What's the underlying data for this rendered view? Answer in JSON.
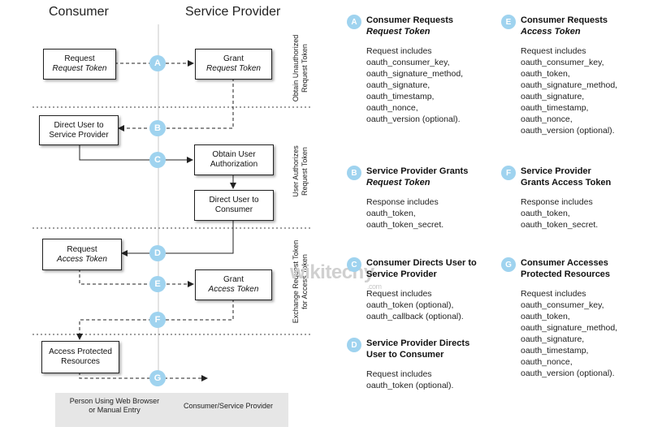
{
  "columns": {
    "consumer": "Consumer",
    "provider": "Service Provider"
  },
  "phases": [
    {
      "line1": "Obtain Unauthorized",
      "line2": "Request Token"
    },
    {
      "line1": "User Authorizes",
      "line2": "Request Token"
    },
    {
      "line1": "Exchange Request Token",
      "line2": "for Access Token"
    }
  ],
  "boxes": {
    "consumer_request": {
      "line1": "Request",
      "line2": "Request Token"
    },
    "grant_request": {
      "line1": "Grant",
      "line2": "Request Token"
    },
    "direct_user": {
      "line1": "Direct User to",
      "line2": "Service Provider"
    },
    "obtain_auth": {
      "line1": "Obtain User",
      "line2": "Authorization"
    },
    "direct_consumer": {
      "line1": "Direct User to",
      "line2": "Consumer"
    },
    "request_access": {
      "line1": "Request",
      "line2": "Access Token"
    },
    "grant_access": {
      "line1": "Grant",
      "line2": "Access Token"
    },
    "access_protected": {
      "line1": "Access Protected",
      "line2": "Resources"
    }
  },
  "steps": [
    "A",
    "B",
    "C",
    "D",
    "E",
    "F",
    "G"
  ],
  "legend": {
    "browser_line1": "Person Using Web Browser",
    "browser_line2": "or Manual Entry",
    "consumer_provider": "Consumer/Service Provider"
  },
  "watermark": {
    "text": "wikitechy",
    "domain": ".com"
  },
  "annotations": [
    {
      "letter": "A",
      "title1": "Consumer Requests",
      "title2": "Request Token",
      "body": [
        "Request includes",
        "oauth_consumer_key,",
        "oauth_signature_method,",
        "oauth_signature,",
        "oauth_timestamp,",
        "oauth_nonce,",
        "oauth_version (optional)."
      ]
    },
    {
      "letter": "B",
      "title1": "Service Provider Grants",
      "title2": "Request Token",
      "body": [
        "Response includes",
        "oauth_token,",
        "oauth_token_secret."
      ]
    },
    {
      "letter": "C",
      "title1": "Consumer Directs User to",
      "title2": "Service Provider",
      "body": [
        "Request includes",
        "oauth_token (optional),",
        "oauth_callback (optional)."
      ]
    },
    {
      "letter": "D",
      "title1": "Service Provider Directs",
      "title2": "User to Consumer",
      "body": [
        "Request includes",
        "oauth_token (optional)."
      ]
    },
    {
      "letter": "E",
      "title1": "Consumer Requests",
      "title2": "Access Token",
      "body": [
        "Request includes",
        "oauth_consumer_key,",
        "oauth_token,",
        "oauth_signature_method,",
        "oauth_signature,",
        "oauth_timestamp,",
        "oauth_nonce,",
        "oauth_version (optional)."
      ]
    },
    {
      "letter": "F",
      "title1": "Service Provider",
      "title2": "Grants Access Token",
      "body": [
        "Response includes",
        "oauth_token,",
        "oauth_token_secret."
      ]
    },
    {
      "letter": "G",
      "title1": "Consumer Accesses",
      "title2": "Protected Resources",
      "body": [
        "Request includes",
        "oauth_consumer_key,",
        "oauth_token,",
        "oauth_signature_method,",
        "oauth_signature,",
        "oauth_timestamp,",
        "oauth_nonce,",
        "oauth_version (optional)."
      ]
    }
  ]
}
